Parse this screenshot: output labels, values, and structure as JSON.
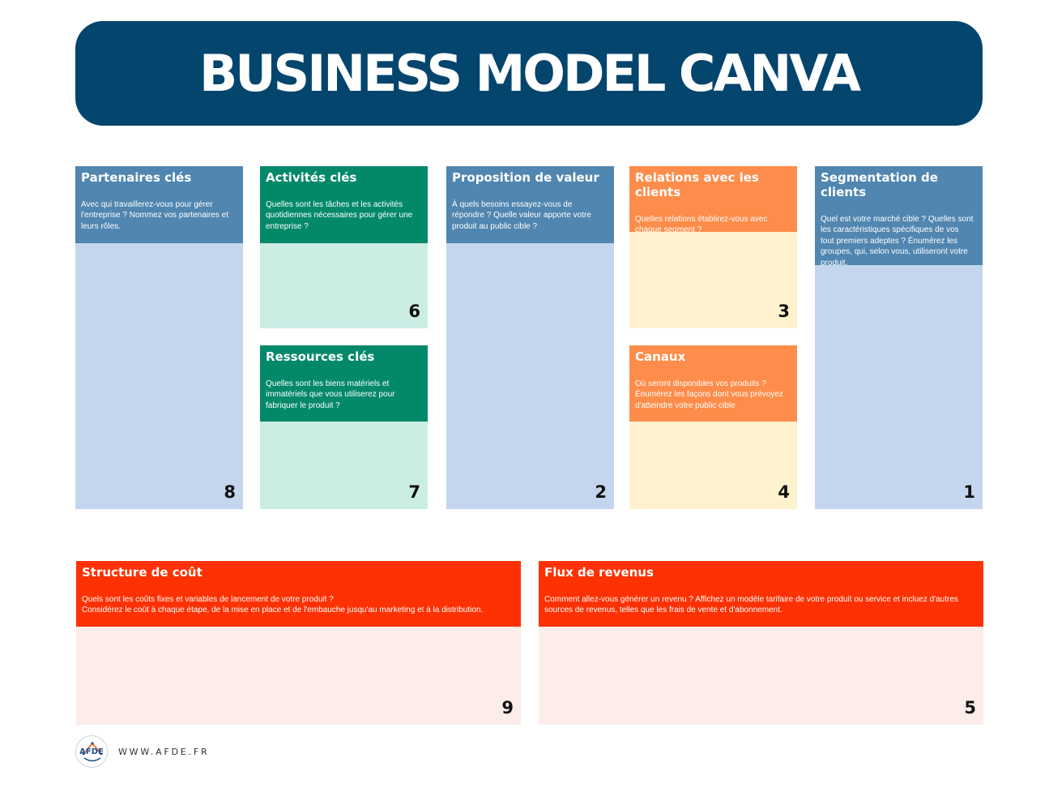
{
  "title": "BUSINESS MODEL CANVA",
  "blocks": {
    "partenaires": {
      "title": "Partenaires clés",
      "question": "Avec qui travaillerez-vous pour gérer\nl'entreprise ? Nommez vos partenaires et\nleurs rôles.",
      "number": "8"
    },
    "activites": {
      "title": "Activités clés",
      "question": "Quelles sont les tâches et les activités\nquotidiennes nécessaires pour gérer une\nentreprise ?",
      "number": "6"
    },
    "ressources": {
      "title": "Ressources clés",
      "question": "Quelles sont les biens matériels et\nimmatériels que vous utiliserez pour\nfabriquer le produit ?",
      "number": "7"
    },
    "proposition": {
      "title": "Proposition de valeur",
      "question": "À quels besoins essayez-vous de\nrépondre ? Quelle valeur apporte votre\nproduit au public cible ?",
      "number": "2"
    },
    "relations": {
      "title": "Relations avec les clients",
      "question": "Quelles relations établirez-vous avec\nchaque segment ?",
      "number": "3"
    },
    "canaux": {
      "title": "Canaux",
      "question": "Où seront disponibles vos produits ?\nÉnumérez les façons dont vous prévoyez\nd'atteindre votre public cible",
      "number": "4"
    },
    "segmentation": {
      "title": "Segmentation de clients",
      "question": "Quel est votre marché cible ? Quelles sont\nles caractéristiques spécifiques de vos\ntout premiers adeptes ? Énumérez les\ngroupes, qui, selon vous, utiliseront votre\nproduit.",
      "number": "1"
    },
    "couts": {
      "title": "Structure de coût",
      "question": "Quels sont les coûts fixes et variables de lancement de votre produit ?\nConsidérez le coût à chaque étape, de la mise en place et de l'embauche jusqu'au marketing et à la distribution.",
      "number": "9"
    },
    "revenus": {
      "title": "Flux de revenus",
      "question": "Comment allez-vous générer un revenu ? Affichez un modèle tarifaire de votre produit ou service et incluez d'autres\nsources de revenus, telles que les frais de vente et d'abonnement.",
      "number": "5"
    }
  },
  "footer": {
    "logo_text": "AFDE",
    "website": "WWW.AFDE.FR"
  },
  "colors": {
    "banner": "#04456e",
    "blue_header": "#5086b0",
    "blue_body": "#c4d6ee",
    "green_header": "#03896a",
    "green_body": "#cbede4",
    "orange_header": "#fe8c4a",
    "orange_body": "#fef2cf",
    "red_header": "#fe3102",
    "red_body": "#fdedea"
  }
}
